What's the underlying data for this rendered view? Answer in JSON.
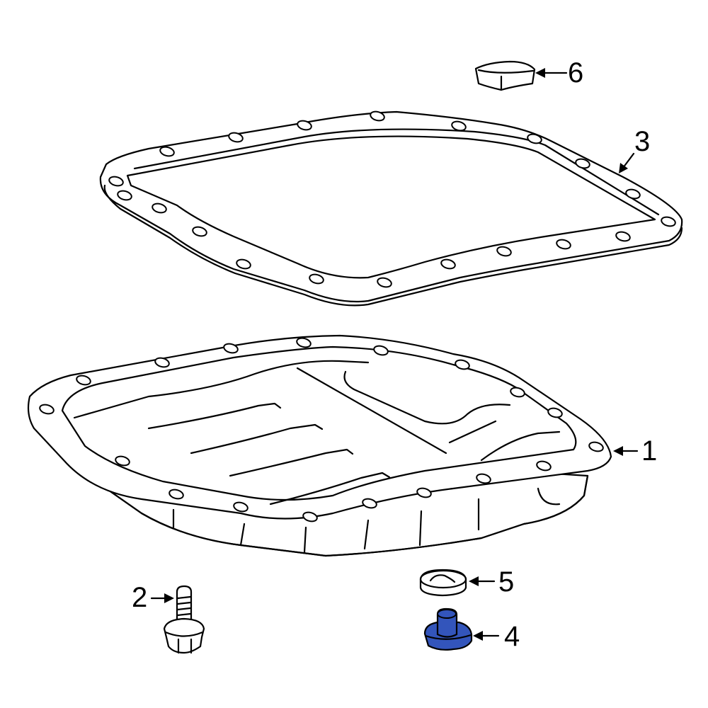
{
  "diagram": {
    "type": "exploded parts diagram",
    "subject": "automatic transmission oil pan assembly",
    "highlight_color": "#3355bb",
    "callouts": [
      {
        "id": "1",
        "label": "1",
        "part": "oil-pan"
      },
      {
        "id": "2",
        "label": "2",
        "part": "pan-bolt"
      },
      {
        "id": "3",
        "label": "3",
        "part": "pan-gasket"
      },
      {
        "id": "4",
        "label": "4",
        "part": "drain-plug",
        "highlighted": true
      },
      {
        "id": "5",
        "label": "5",
        "part": "drain-plug-gasket"
      },
      {
        "id": "6",
        "label": "6",
        "part": "magnet"
      }
    ]
  }
}
